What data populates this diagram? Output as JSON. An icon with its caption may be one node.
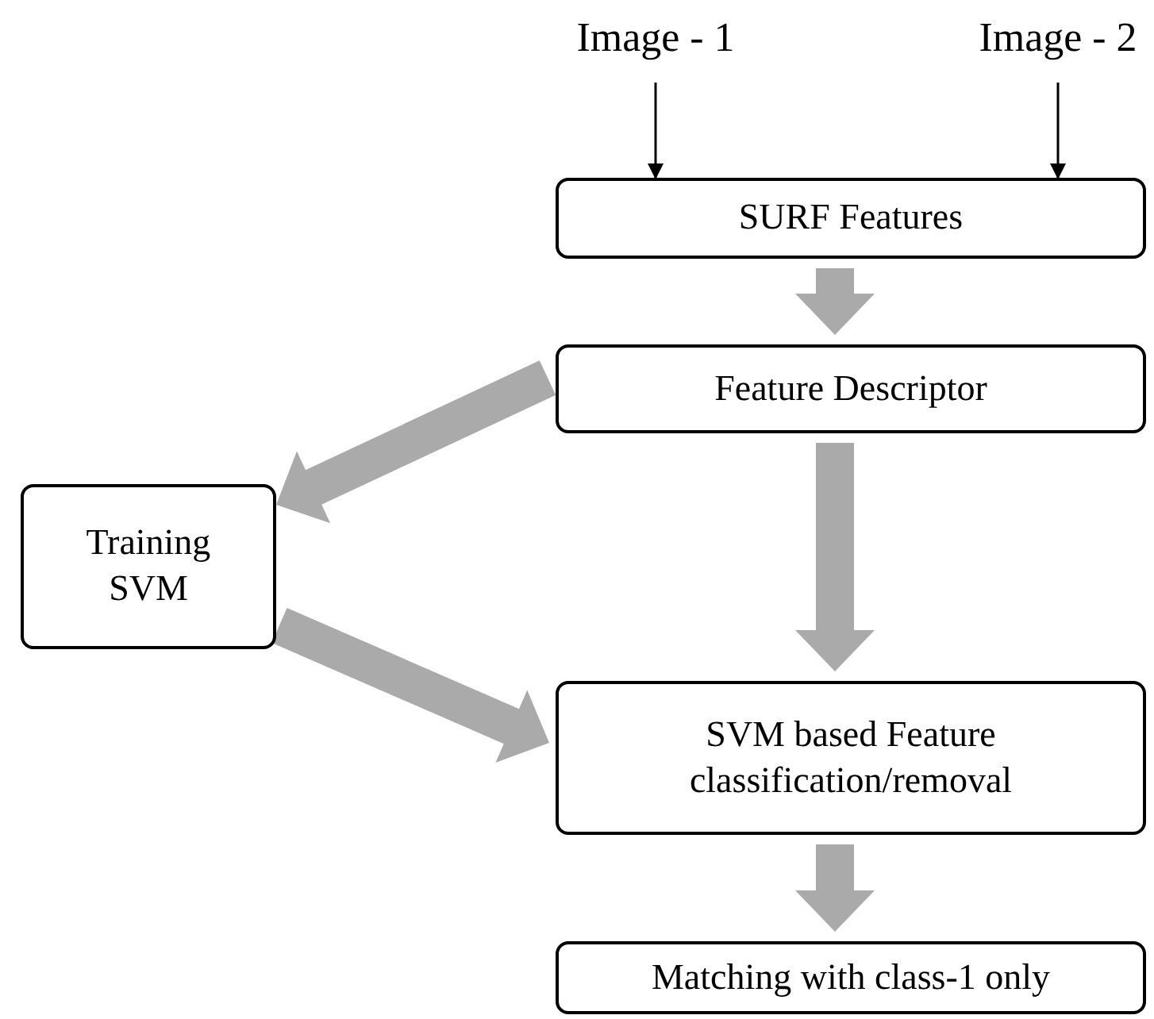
{
  "diagram": {
    "nodes": [
      {
        "text": [
          "Image - 1"
        ]
      },
      {
        "text": [
          "Image - 2"
        ]
      },
      {
        "text": [
          "SURF Features"
        ]
      },
      {
        "text": [
          "Feature Descriptor"
        ]
      },
      {
        "text": [
          "Training SVM"
        ]
      },
      {
        "text": [
          "SVM based Feature classification/removal"
        ]
      },
      {
        "text": [
          "Matching with class-1 only"
        ]
      }
    ],
    "edges": [
      {
        "from": 0,
        "to": 2,
        "arrow": "to"
      },
      {
        "from": 1,
        "to": 2,
        "arrow": "to"
      },
      {
        "from": 2,
        "to": 3,
        "arrow": "to",
        "style": "thick",
        "color": "#aaaaaa"
      },
      {
        "from": 3,
        "to": 5,
        "arrow": "to",
        "style": "thick",
        "color": "#aaaaaa"
      },
      {
        "from": 3,
        "to": 4,
        "arrow": "to",
        "style": "thick",
        "color": "#aaaaaa"
      },
      {
        "from": 4,
        "to": 5,
        "arrow": "to",
        "style": "thick",
        "color": "#aaaaaa"
      },
      {
        "from": 5,
        "to": 6,
        "arrow": "to",
        "style": "thick",
        "color": "#aaaaaa"
      }
    ]
  }
}
